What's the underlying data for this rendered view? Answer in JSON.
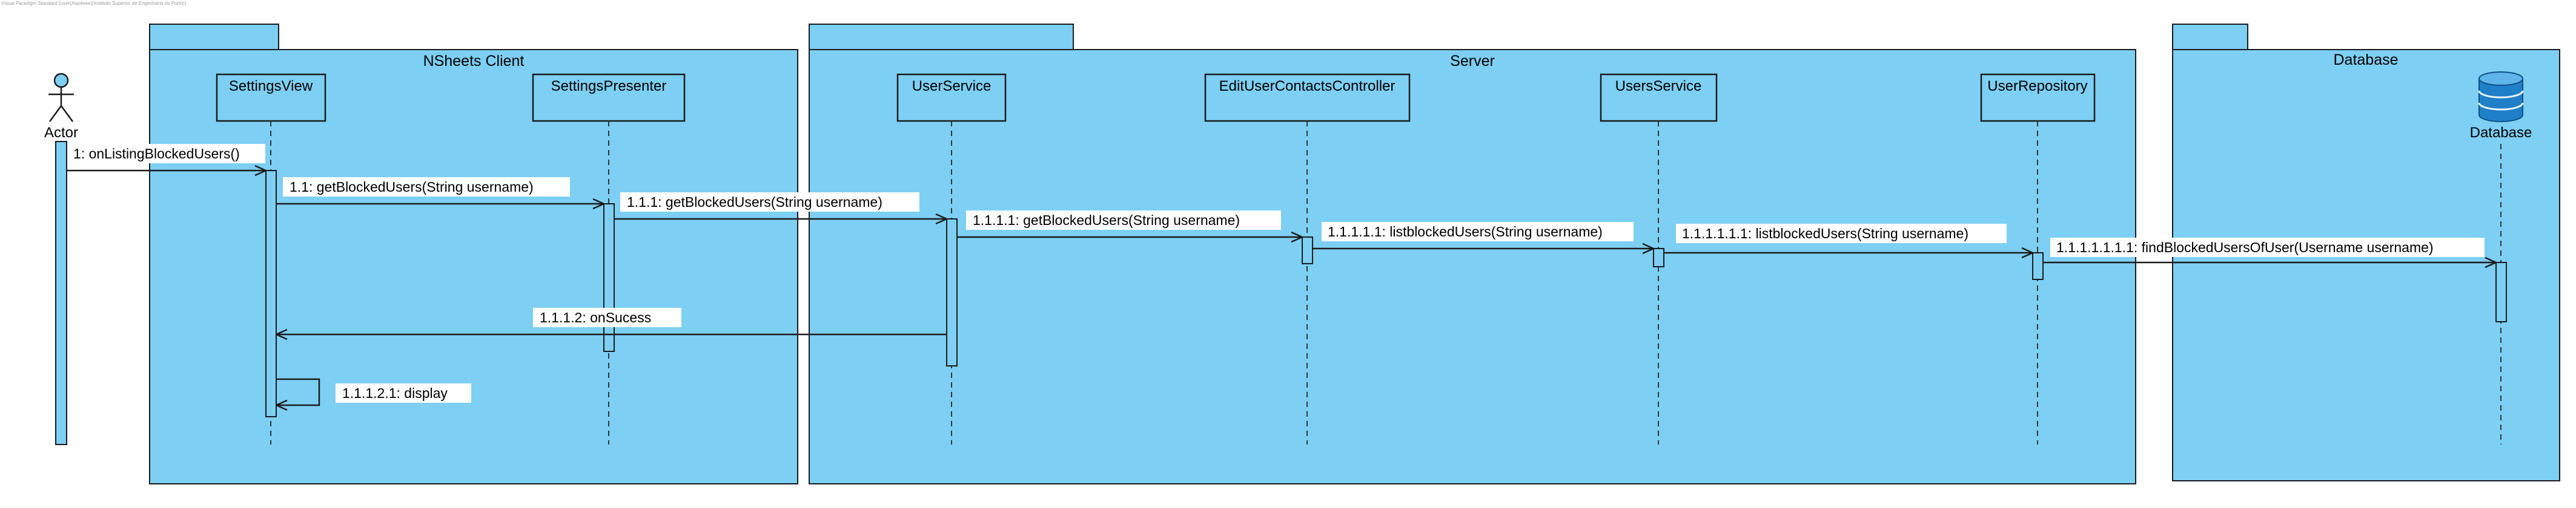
{
  "header_text": "Visual Paradigm Standard (user(Asp4eee)(Instituto Superior de Engenharia do Porto))",
  "packages": [
    {
      "id": "client",
      "name": "NSheets Client"
    },
    {
      "id": "server",
      "name": "Server"
    },
    {
      "id": "database",
      "name": "Database"
    }
  ],
  "actor": {
    "name": "Actor"
  },
  "lifelines": [
    {
      "id": "settingsview",
      "name": "SettingsView"
    },
    {
      "id": "settingspresenter",
      "name": "SettingsPresenter"
    },
    {
      "id": "userservice",
      "name": "UserService"
    },
    {
      "id": "controller",
      "name": "EditUserContactsController"
    },
    {
      "id": "usersservice",
      "name": "UsersService"
    },
    {
      "id": "repository",
      "name": "UserRepository"
    },
    {
      "id": "db",
      "name": "Database"
    }
  ],
  "messages": [
    {
      "id": "m1",
      "label": "1: onListingBlockedUsers()"
    },
    {
      "id": "m2",
      "label": "1.1: getBlockedUsers(String username)"
    },
    {
      "id": "m3",
      "label": "1.1.1: getBlockedUsers(String username)"
    },
    {
      "id": "m4",
      "label": "1.1.1.1: getBlockedUsers(String username)"
    },
    {
      "id": "m5",
      "label": "1.1.1.1.1: listblockedUsers(String username)"
    },
    {
      "id": "m6",
      "label": "1.1.1.1.1.1: listblockedUsers(String username)"
    },
    {
      "id": "m7",
      "label": "1.1.1.1.1.1.1: findBlockedUsersOfUser(Username username)"
    },
    {
      "id": "m8",
      "label": "1.1.1.2: onSucess"
    },
    {
      "id": "m9",
      "label": "1.1.1.2.1: display"
    }
  ],
  "colors": {
    "fill": "#7dcff3",
    "stroke": "#1a1a1a",
    "db_icon": "#1f80c8"
  },
  "icons": {
    "actor": "stick-figure-icon",
    "database": "database-cylinder-icon"
  }
}
